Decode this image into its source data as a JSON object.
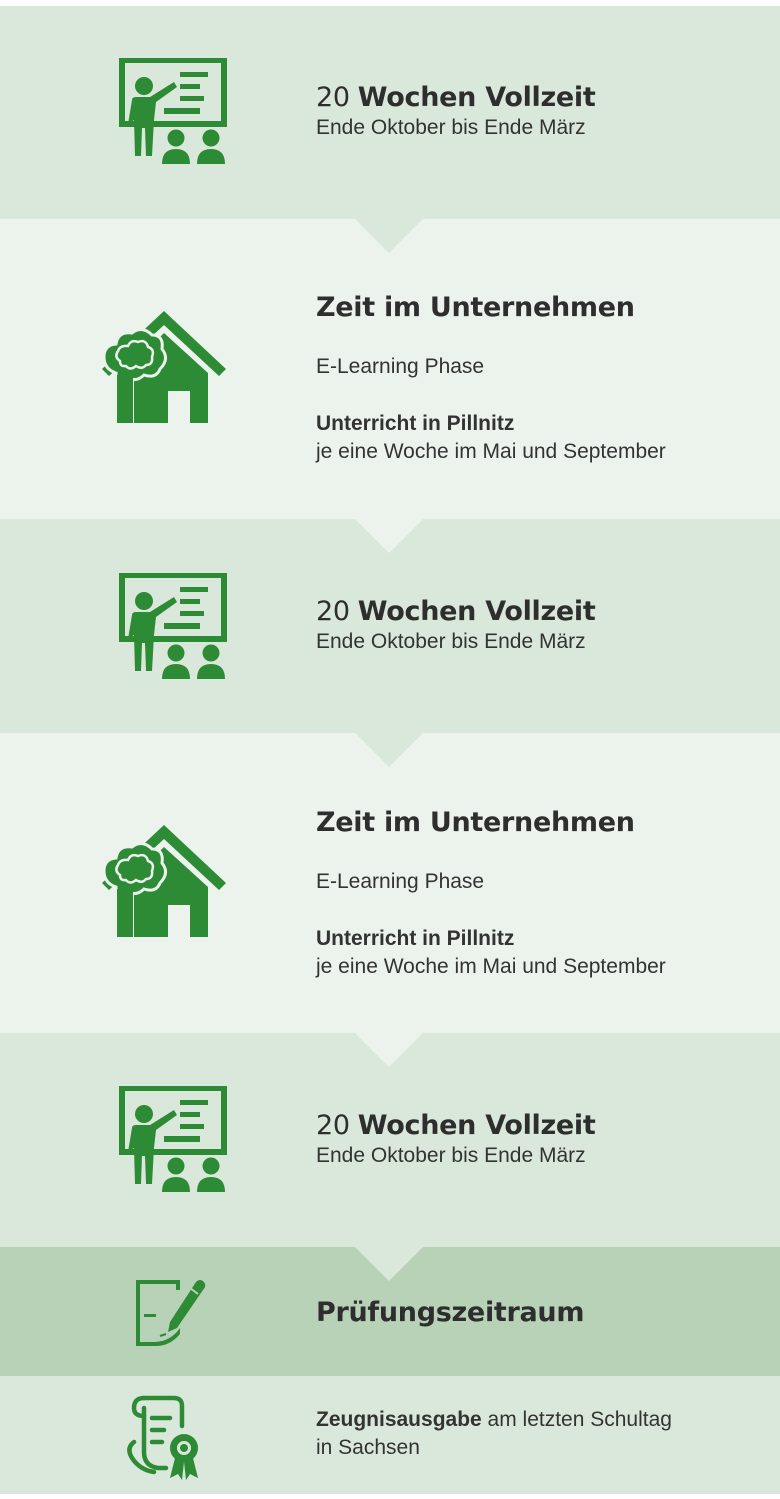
{
  "colors": {
    "icon_green": "#2e8b35",
    "band_dark": "#dae8db",
    "band_light": "#ebf3ec",
    "band_exam": "#b8d2b8",
    "text": "#333333"
  },
  "steps": [
    {
      "icon": "classroom-teacher-icon",
      "number": "20",
      "title": "Wochen Vollzeit",
      "subtitle": "Ende Oktober bis Ende März"
    },
    {
      "icon": "company-house-tree-icon",
      "title": "Zeit im Unternehmen",
      "line1": "E-Learning Phase",
      "bold": "Unterricht in Pillnitz",
      "line2": "je eine Woche im Mai und September"
    },
    {
      "icon": "classroom-teacher-icon",
      "number": "20",
      "title": "Wochen Vollzeit",
      "subtitle": "Ende Oktober bis Ende März"
    },
    {
      "icon": "company-house-tree-icon",
      "title": "Zeit im Unternehmen",
      "line1": "E-Learning Phase",
      "bold": "Unterricht in Pillnitz",
      "line2": "je eine Woche im Mai und September"
    },
    {
      "icon": "classroom-teacher-icon",
      "number": "20",
      "title": "Wochen Vollzeit",
      "subtitle": "Ende Oktober bis Ende März"
    },
    {
      "icon": "exam-document-pen-icon",
      "title": "Prüfungszeitraum"
    },
    {
      "icon": "certificate-scroll-icon",
      "bold": "Zeugnisausgabe",
      "rest": " am letzten Schultag",
      "line2": "in Sachsen"
    }
  ]
}
